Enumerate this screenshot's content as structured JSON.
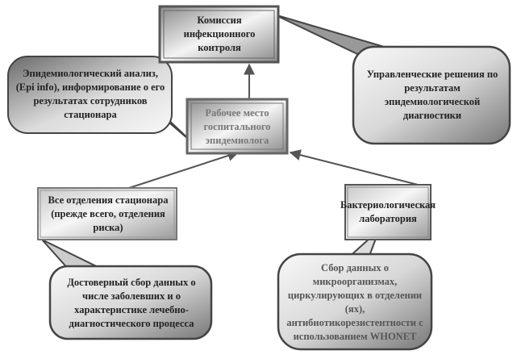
{
  "nodes": {
    "commission": "Комиссия инфекционного контроля",
    "epidemiologist": "Рабочее место госпитального эпидемиолога",
    "departments": "Все отделения стационара (прежде всего, отделения риска)",
    "laboratory": "Бактериологическая лаборатория"
  },
  "callouts": {
    "analysis": "Эпидемиологический анализ,  (Epi info), информирование о его результатах сотрудников стационара",
    "decisions": "Управленческие решения по результатам эпидемиологической диагностики",
    "data_collection": "Достоверный сбор данных о числе заболевших и о характеристике лечебно-диагностического процесса",
    "microbes": "Сбор данных о микроорганизмах, циркулирующих в отделении (ях), антибиотикорезистентности с использованием WHONET"
  }
}
